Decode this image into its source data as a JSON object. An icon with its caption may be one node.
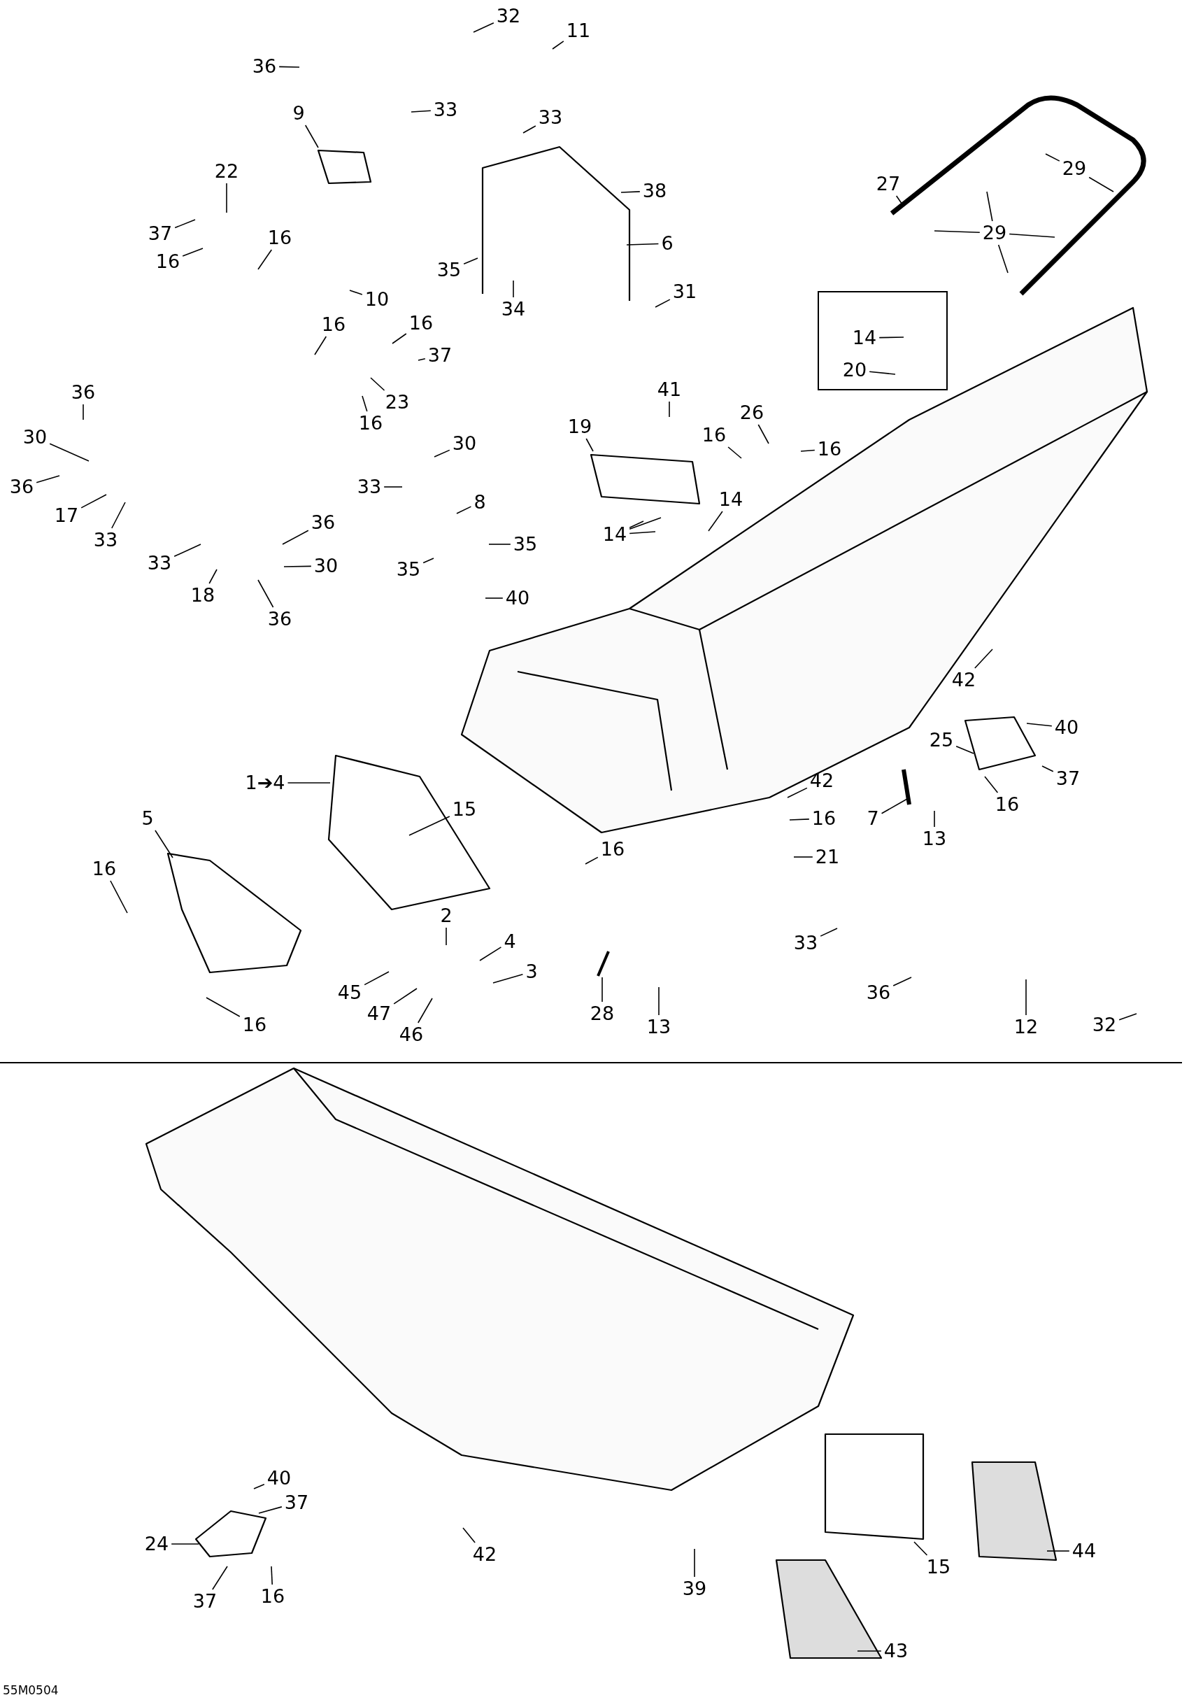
{
  "diagram": {
    "nodes": [
      {
        "text": [
          "32"
        ]
      },
      {
        "text": [
          "11"
        ]
      },
      {
        "text": [
          "36"
        ]
      },
      {
        "text": [
          "33"
        ]
      },
      {
        "text": [
          "9"
        ]
      },
      {
        "text": [
          "33"
        ]
      },
      {
        "text": [
          "22"
        ]
      },
      {
        "text": [
          "29"
        ]
      },
      {
        "text": [
          "27"
        ]
      },
      {
        "text": [
          "38"
        ]
      },
      {
        "text": [
          "37"
        ]
      },
      {
        "text": [
          "16"
        ]
      },
      {
        "text": [
          "29"
        ]
      },
      {
        "text": [
          "6"
        ]
      },
      {
        "text": [
          "16"
        ]
      },
      {
        "text": [
          "35"
        ]
      },
      {
        "text": [],
        "shape": "box"
      },
      {
        "text": [
          "14"
        ],
        "in": 16
      },
      {
        "text": [
          "20"
        ],
        "in": 16
      },
      {
        "text": [
          "31"
        ]
      },
      {
        "text": [
          "10"
        ]
      },
      {
        "text": [
          "34"
        ]
      },
      {
        "text": [
          "16"
        ]
      },
      {
        "text": [
          "16"
        ]
      },
      {
        "text": [
          "37"
        ]
      },
      {
        "text": [
          "23"
        ]
      },
      {
        "text": [
          "41"
        ]
      },
      {
        "text": [
          "36"
        ]
      },
      {
        "text": [
          "16"
        ]
      },
      {
        "text": [
          "26"
        ]
      },
      {
        "text": [
          "19"
        ]
      },
      {
        "text": [
          "16"
        ]
      },
      {
        "text": [
          "30"
        ]
      },
      {
        "text": [
          "30"
        ]
      },
      {
        "text": [
          "16"
        ]
      },
      {
        "text": [
          "36"
        ]
      },
      {
        "text": [
          "33"
        ]
      },
      {
        "text": [
          "14"
        ]
      },
      {
        "text": [
          "8"
        ]
      },
      {
        "text": [
          "17"
        ]
      },
      {
        "text": [
          "36"
        ]
      },
      {
        "text": [
          "14"
        ]
      },
      {
        "text": [
          "33"
        ]
      },
      {
        "text": [
          "35"
        ]
      },
      {
        "text": [
          "33"
        ]
      },
      {
        "text": [
          "30"
        ]
      },
      {
        "text": [
          "35"
        ]
      },
      {
        "text": [
          "18"
        ]
      },
      {
        "text": [
          "40"
        ]
      },
      {
        "text": [
          "36"
        ]
      },
      {
        "text": [
          "42"
        ]
      },
      {
        "text": [
          "40"
        ]
      },
      {
        "text": [
          "25"
        ]
      },
      {
        "text": [
          "37"
        ]
      },
      {
        "text": [
          "42"
        ]
      },
      {
        "text": [
          "1➔4"
        ]
      },
      {
        "text": [
          "16"
        ]
      },
      {
        "text": [
          "15"
        ]
      },
      {
        "text": [
          "5"
        ]
      },
      {
        "text": [
          "7"
        ]
      },
      {
        "text": [
          "16"
        ]
      },
      {
        "text": [
          "13"
        ]
      },
      {
        "text": [
          "16"
        ]
      },
      {
        "text": [
          "21"
        ]
      },
      {
        "text": [
          "16"
        ]
      },
      {
        "text": [
          "2"
        ]
      },
      {
        "text": [
          "4"
        ]
      },
      {
        "text": [
          "33"
        ]
      },
      {
        "text": [
          "3"
        ]
      },
      {
        "text": [
          "45"
        ]
      },
      {
        "text": [
          "36"
        ]
      },
      {
        "text": [
          "28"
        ]
      },
      {
        "text": [
          "47"
        ]
      },
      {
        "text": [
          "16"
        ]
      },
      {
        "text": [
          "12"
        ]
      },
      {
        "text": [
          "32"
        ]
      },
      {
        "text": [
          "13"
        ]
      },
      {
        "text": [
          "46"
        ]
      },
      {
        "text": [
          "40"
        ]
      },
      {
        "text": [
          "37"
        ]
      },
      {
        "text": [
          "24"
        ]
      },
      {
        "text": [
          "44"
        ]
      },
      {
        "text": [
          "42"
        ]
      },
      {
        "text": [
          "15"
        ]
      },
      {
        "text": [
          "39"
        ]
      },
      {
        "text": [
          "16"
        ]
      },
      {
        "text": [
          "37"
        ]
      },
      {
        "text": [
          "43"
        ]
      }
    ],
    "edges": [
      {
        "from": 0,
        "to": null,
        "arrow": "none"
      },
      {
        "from": 1,
        "to": null,
        "arrow": "none"
      },
      {
        "from": 2,
        "to": null,
        "arrow": "none"
      },
      {
        "from": 3,
        "to": null,
        "arrow": "none"
      },
      {
        "from": 4,
        "to": null,
        "arrow": "none"
      },
      {
        "from": 5,
        "to": null,
        "arrow": "none"
      },
      {
        "from": 6,
        "to": null,
        "arrow": "none"
      },
      {
        "from": 7,
        "to": null,
        "arrow": "none"
      },
      {
        "from": 7,
        "to": null,
        "arrow": "none"
      },
      {
        "from": 8,
        "to": null,
        "arrow": "none"
      },
      {
        "from": 9,
        "to": null,
        "arrow": "none"
      },
      {
        "from": 10,
        "to": null,
        "arrow": "none"
      },
      {
        "from": 11,
        "to": null,
        "arrow": "none"
      },
      {
        "from": 12,
        "to": null,
        "arrow": "none"
      },
      {
        "from": 12,
        "to": null,
        "arrow": "none"
      },
      {
        "from": 12,
        "to": null,
        "arrow": "none"
      },
      {
        "from": 12,
        "to": null,
        "arrow": "none"
      },
      {
        "from": 13,
        "to": null,
        "arrow": "none"
      },
      {
        "from": 14,
        "to": null,
        "arrow": "none"
      },
      {
        "from": 15,
        "to": null,
        "arrow": "none"
      },
      {
        "from": 17,
        "to": null,
        "arrow": "none"
      },
      {
        "from": 18,
        "to": null,
        "arrow": "none"
      },
      {
        "from": 19,
        "to": null,
        "arrow": "none"
      },
      {
        "from": 20,
        "to": null,
        "arrow": "none"
      },
      {
        "from": 21,
        "to": null,
        "arrow": "none"
      },
      {
        "from": 22,
        "to": null,
        "arrow": "none"
      },
      {
        "from": 23,
        "to": null,
        "arrow": "none"
      },
      {
        "from": 24,
        "to": null,
        "arrow": "none"
      },
      {
        "from": 25,
        "to": null,
        "arrow": "none"
      },
      {
        "from": 26,
        "to": null,
        "arrow": "none"
      },
      {
        "from": 27,
        "to": null,
        "arrow": "none"
      },
      {
        "from": 28,
        "to": null,
        "arrow": "none"
      },
      {
        "from": 29,
        "to": null,
        "arrow": "none"
      },
      {
        "from": 30,
        "to": null,
        "arrow": "none"
      },
      {
        "from": 31,
        "to": null,
        "arrow": "none"
      },
      {
        "from": 32,
        "to": null,
        "arrow": "none"
      },
      {
        "from": 33,
        "to": null,
        "arrow": "none"
      },
      {
        "from": 34,
        "to": null,
        "arrow": "none"
      },
      {
        "from": 35,
        "to": null,
        "arrow": "none"
      },
      {
        "from": 36,
        "to": null,
        "arrow": "none"
      },
      {
        "from": 37,
        "to": null,
        "arrow": "none"
      },
      {
        "from": 38,
        "to": null,
        "arrow": "none"
      },
      {
        "from": 39,
        "to": null,
        "arrow": "none"
      },
      {
        "from": 40,
        "to": null,
        "arrow": "none"
      },
      {
        "from": 41,
        "to": null,
        "arrow": "none"
      },
      {
        "from": 41,
        "to": null,
        "arrow": "none"
      },
      {
        "from": 41,
        "to": null,
        "arrow": "none"
      },
      {
        "from": 42,
        "to": null,
        "arrow": "none"
      },
      {
        "from": 43,
        "to": null,
        "arrow": "none"
      },
      {
        "from": 44,
        "to": null,
        "arrow": "none"
      },
      {
        "from": 45,
        "to": null,
        "arrow": "none"
      },
      {
        "from": 46,
        "to": null,
        "arrow": "none"
      },
      {
        "from": 47,
        "to": null,
        "arrow": "none"
      },
      {
        "from": 48,
        "to": null,
        "arrow": "none"
      },
      {
        "from": 49,
        "to": null,
        "arrow": "none"
      },
      {
        "from": 50,
        "to": null,
        "arrow": "none"
      },
      {
        "from": 51,
        "to": null,
        "arrow": "none"
      },
      {
        "from": 52,
        "to": null,
        "arrow": "none"
      },
      {
        "from": 53,
        "to": null,
        "arrow": "none"
      },
      {
        "from": 54,
        "to": null,
        "arrow": "none"
      },
      {
        "from": 55,
        "to": null,
        "arrow": "none"
      },
      {
        "from": 56,
        "to": null,
        "arrow": "none"
      },
      {
        "from": 57,
        "to": null,
        "arrow": "none"
      },
      {
        "from": 58,
        "to": null,
        "arrow": "none"
      },
      {
        "from": 59,
        "to": null,
        "arrow": "none"
      },
      {
        "from": 60,
        "to": null,
        "arrow": "none"
      },
      {
        "from": 61,
        "to": null,
        "arrow": "none"
      },
      {
        "from": 62,
        "to": null,
        "arrow": "none"
      },
      {
        "from": 63,
        "to": null,
        "arrow": "none"
      },
      {
        "from": 64,
        "to": null,
        "arrow": "none"
      },
      {
        "from": 65,
        "to": null,
        "arrow": "none"
      },
      {
        "from": 66,
        "to": null,
        "arrow": "none"
      },
      {
        "from": 67,
        "to": null,
        "arrow": "none"
      },
      {
        "from": 68,
        "to": null,
        "arrow": "none"
      },
      {
        "from": 69,
        "to": null,
        "arrow": "none"
      },
      {
        "from": 70,
        "to": null,
        "arrow": "none"
      },
      {
        "from": 71,
        "to": null,
        "arrow": "none"
      },
      {
        "from": 72,
        "to": null,
        "arrow": "none"
      },
      {
        "from": 73,
        "to": null,
        "arrow": "none"
      },
      {
        "from": 74,
        "to": null,
        "arrow": "none"
      },
      {
        "from": 75,
        "to": null,
        "arrow": "none"
      },
      {
        "from": 76,
        "to": null,
        "arrow": "none"
      },
      {
        "from": 77,
        "to": null,
        "arrow": "none"
      },
      {
        "from": 78,
        "to": null,
        "arrow": "none"
      },
      {
        "from": 79,
        "to": null,
        "arrow": "none"
      },
      {
        "from": 80,
        "to": null,
        "arrow": "none"
      },
      {
        "from": 81,
        "to": null,
        "arrow": "none"
      },
      {
        "from": 82,
        "to": null,
        "arrow": "none"
      },
      {
        "from": 83,
        "to": null,
        "arrow": "none"
      },
      {
        "from": 84,
        "to": null,
        "arrow": "none"
      },
      {
        "from": 85,
        "to": null,
        "arrow": "none"
      },
      {
        "from": 86,
        "to": null,
        "arrow": "none"
      },
      {
        "from": 87,
        "to": null,
        "arrow": "none"
      }
    ],
    "labels": [
      "55M0504"
    ]
  }
}
